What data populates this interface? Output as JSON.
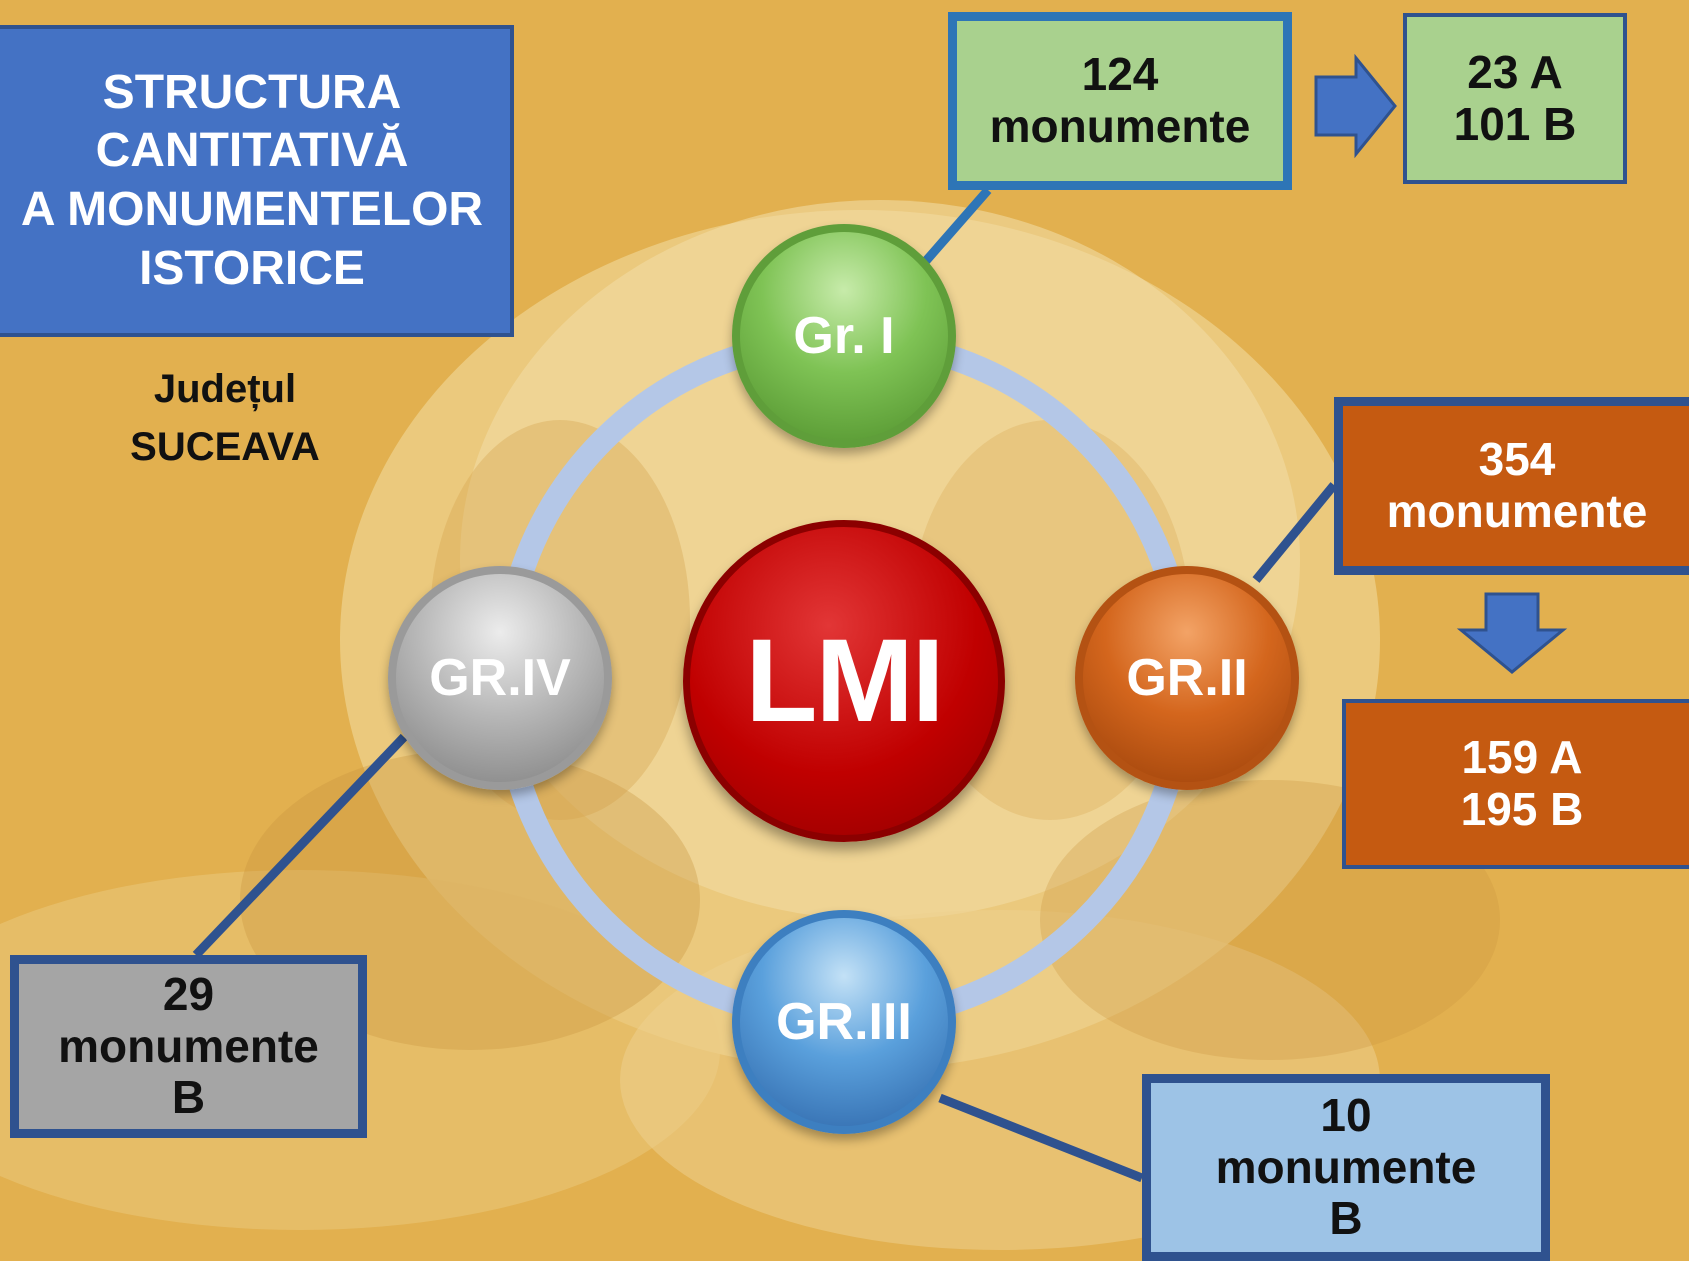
{
  "title": [
    "STRUCTURA",
    "CANTITATIVĂ",
    "A  MONUMENTELOR",
    "ISTORICE"
  ],
  "county": [
    "Județul",
    "SUCEAVA"
  ],
  "center": {
    "label": "LMI"
  },
  "groups": {
    "gr1": {
      "label": "Gr. I",
      "count": [
        "124",
        "monumente"
      ],
      "split": [
        "23 A",
        "101 B"
      ]
    },
    "gr2": {
      "label": "GR.II",
      "count": [
        "354",
        "monumente"
      ],
      "split": [
        "159 A",
        "195 B"
      ]
    },
    "gr3": {
      "label": "GR.III",
      "count": [
        "10",
        "monumente",
        "B"
      ]
    },
    "gr4": {
      "label": "GR.IV",
      "count": [
        "29",
        "monumente",
        "B"
      ]
    }
  },
  "colors": {
    "background": "#e2b04f",
    "title_box": "#4472c4",
    "gr1": "#a9d18e",
    "gr2": "#c55a11",
    "gr3": "#9dc3e6",
    "gr4": "#a5a5a5",
    "center": "#c00000",
    "connector": "#2f528f",
    "arrow": "#4472c4",
    "ring": "#b4c7e7"
  }
}
